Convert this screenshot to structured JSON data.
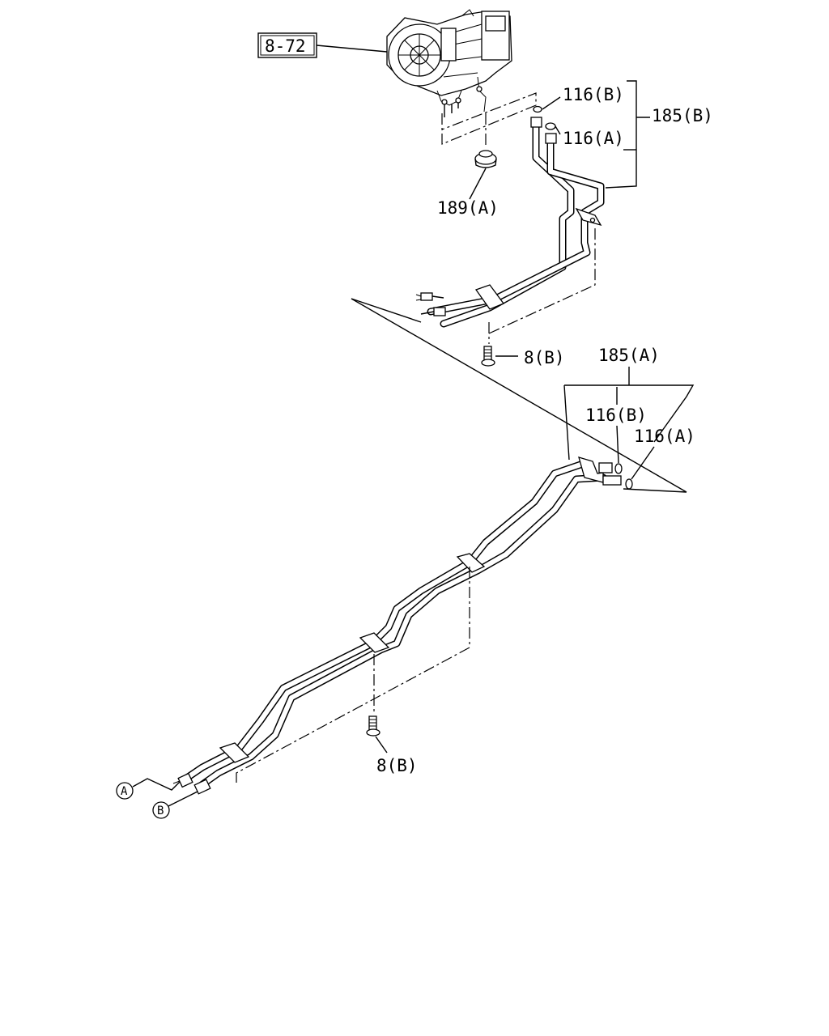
{
  "labels": {
    "ref_box": "8-72",
    "p116b_upper": "116(B)",
    "p116a_upper": "116(A)",
    "p185b": "185(B)",
    "p189a": "189(A)",
    "p8b_upper": "8(B)",
    "p185a": "185(A)",
    "p116b_lower": "116(B)",
    "p116a_lower": "116(A)",
    "p8b_lower": "8(B)",
    "circle_a": "A",
    "circle_b": "B"
  }
}
